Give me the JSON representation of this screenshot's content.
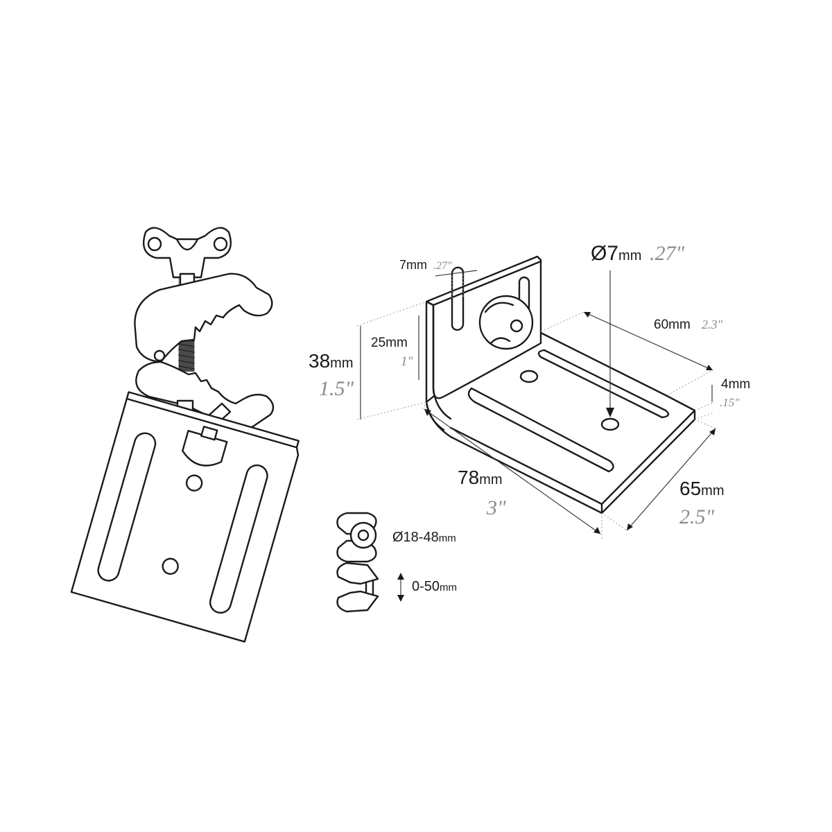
{
  "dimensions": {
    "slot_width": {
      "value": "7",
      "unit": "mm",
      "inch": ".27\""
    },
    "hole_diameter": {
      "symbol": "Ø",
      "value": "7",
      "unit": "mm",
      "inch": ".27\""
    },
    "slot_length_top": {
      "value": "60",
      "unit": "mm",
      "inch": "2.3\""
    },
    "thickness": {
      "value": "4",
      "unit": "mm",
      "inch": ".15\""
    },
    "height_total": {
      "value": "38",
      "unit": "mm",
      "inch": "1.5\""
    },
    "height_slot": {
      "value": "25",
      "unit": "mm",
      "inch": "1\""
    },
    "length": {
      "value": "78",
      "unit": "mm",
      "inch": "3\""
    },
    "width": {
      "value": "65",
      "unit": "mm",
      "inch": "2.5\""
    }
  },
  "clamp_specs": [
    {
      "label": "Ø18-48",
      "unit": "mm",
      "icon": "tube-clamp-icon"
    },
    {
      "label": "0-50",
      "unit": "mm",
      "icon": "flat-clamp-icon"
    }
  ],
  "colors": {
    "line": "#1a1a1a",
    "imperial": "#8a8a8a",
    "guide": "#9a9a9a"
  }
}
